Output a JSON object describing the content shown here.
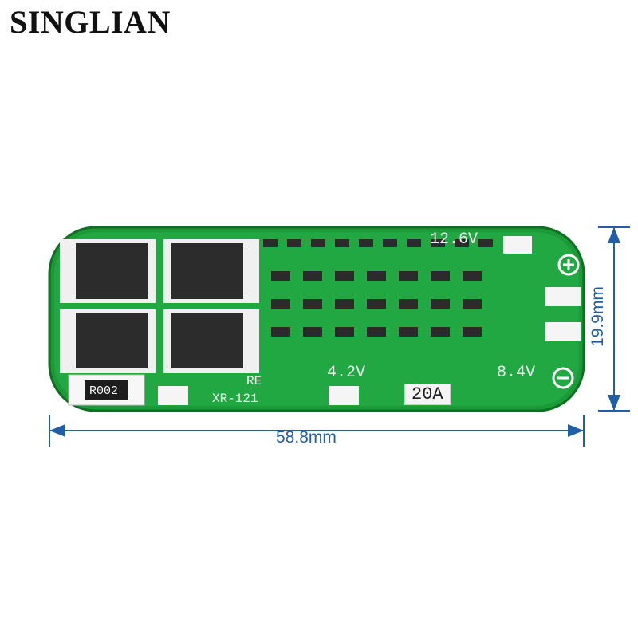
{
  "brand": "SINGLIAN",
  "dimensions": {
    "width": "58.8mm",
    "height": "19.9mm"
  },
  "board_labels": {
    "v_total": "12.6V",
    "v_cell": "4.2V",
    "v_mid": "8.4V",
    "current": "20A",
    "model": "XR-121",
    "resistor": "R002",
    "re": "RE"
  },
  "colors": {
    "pcb_green": "#1e9e3a",
    "pcb_dark": "#0f6f24",
    "dimension_blue": "#1f5fa8",
    "silk": "#f2f2f2"
  }
}
